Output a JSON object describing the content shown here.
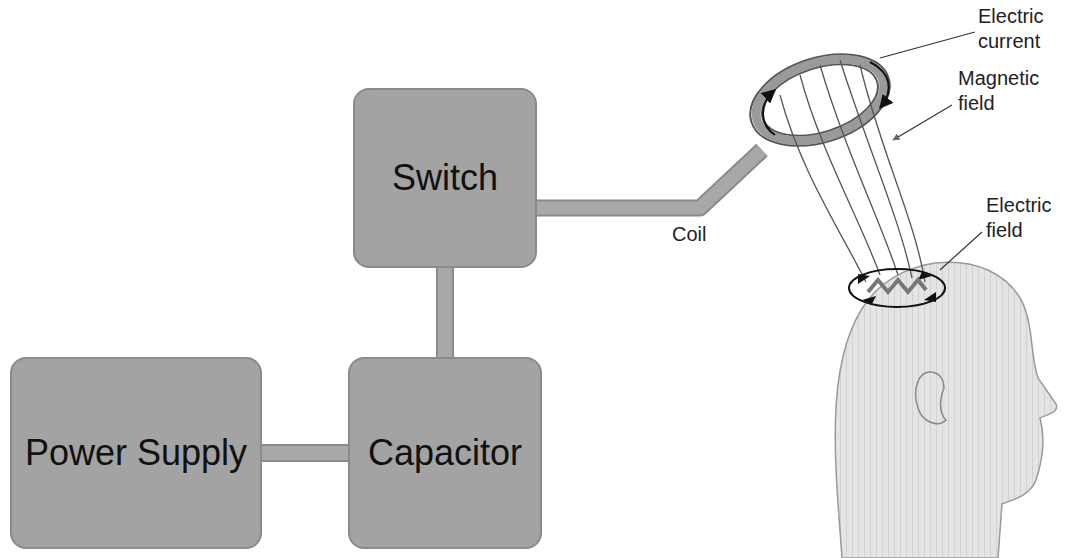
{
  "diagram": {
    "nodes": [
      {
        "text": [
          "Power Supply"
        ]
      },
      {
        "text": [
          "Capacitor"
        ]
      },
      {
        "text": [
          "Switch"
        ]
      }
    ],
    "edges": [
      {
        "from": 0,
        "to": 1,
        "arrow": "none"
      },
      {
        "from": 1,
        "to": 2,
        "arrow": "none"
      }
    ],
    "labels": [
      "Electric current",
      "Magnetic field",
      "Electric field",
      "Coil"
    ]
  }
}
